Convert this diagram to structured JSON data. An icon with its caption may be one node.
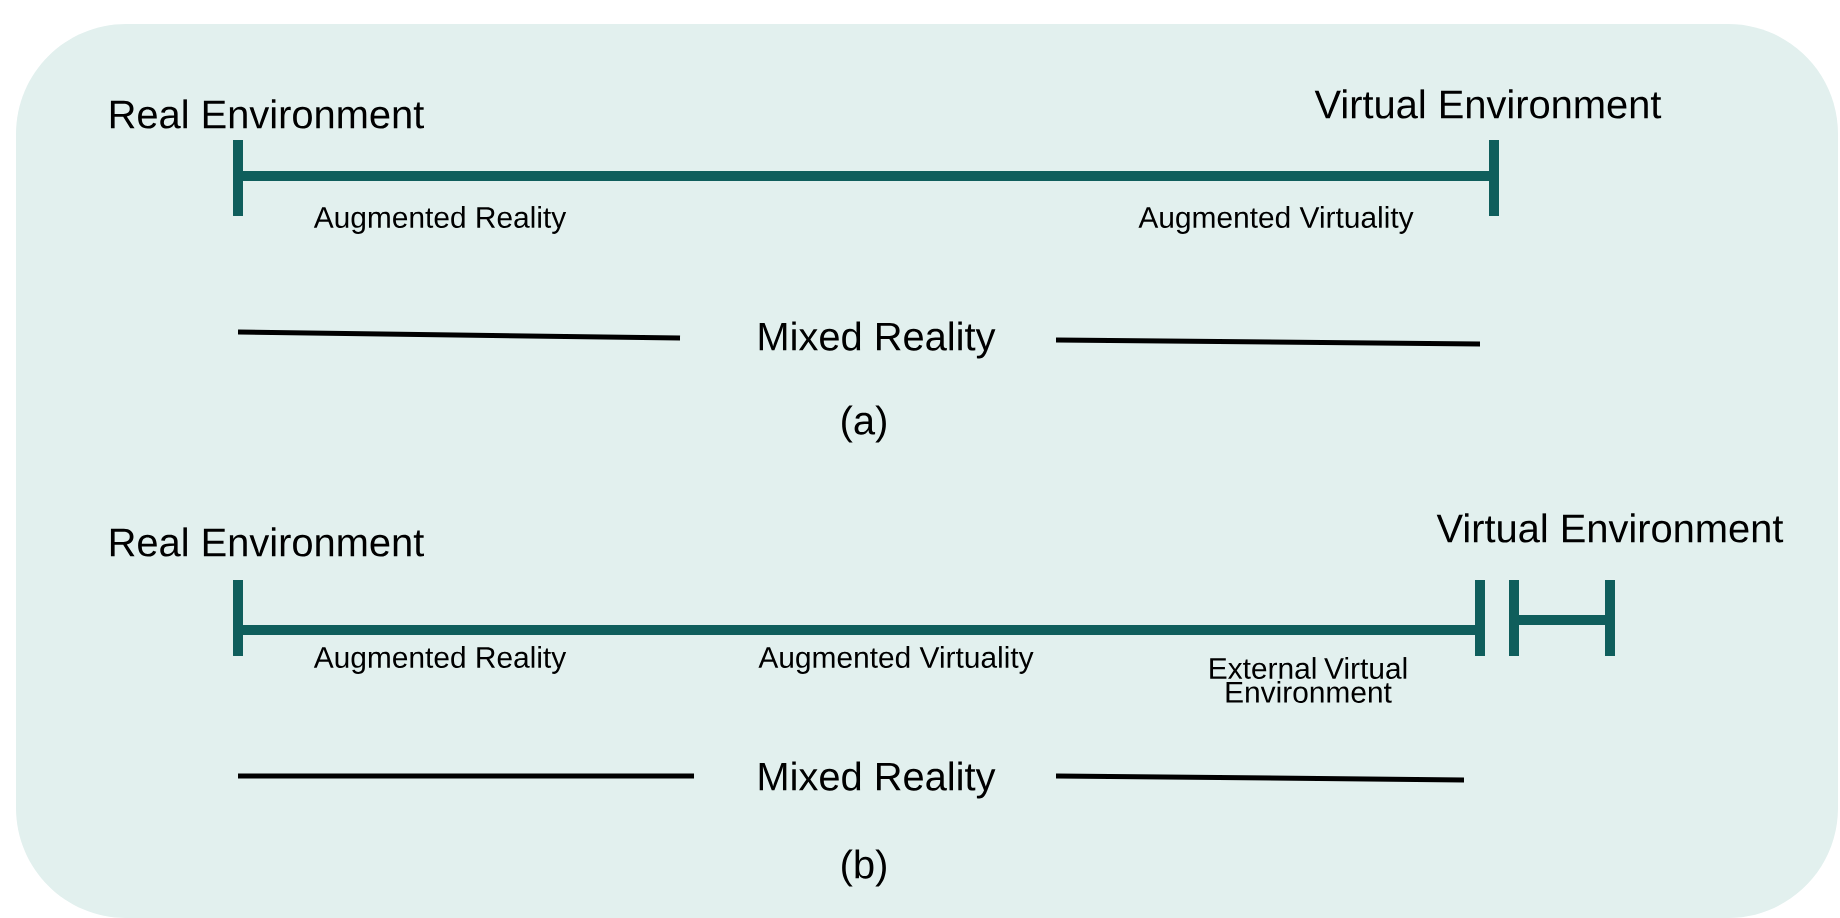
{
  "diagram": {
    "labels": [
      "Real Environment",
      "Virtual Environment",
      "Augmented Reality",
      "Augmented Virtuality",
      "Mixed Reality",
      "(a)",
      "Real Environment",
      "Virtual Environment",
      "Augmented Reality",
      "Augmented Virtuality",
      "External Virtual Environment",
      "Mixed Reality",
      "(b)"
    ]
  }
}
